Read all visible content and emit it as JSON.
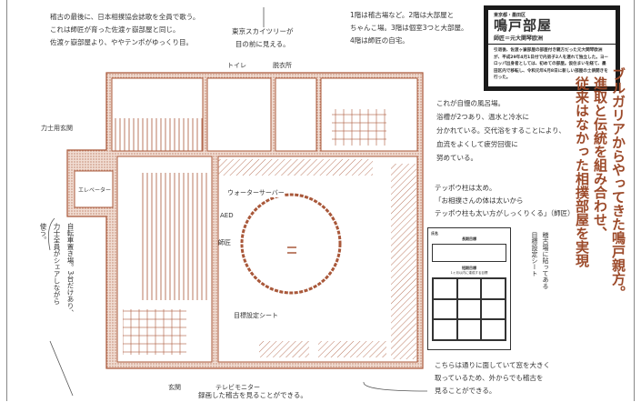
{
  "notes": {
    "anthem": [
      "稽古の最後に、日本相撲協会誌歌を全員で歌う。",
      "これは師匠が育った佐渡ヶ嶽部屋と同じ。",
      "佐渡ヶ嶽部屋より、ややテンポがゆっくり目。"
    ],
    "skytree": [
      "東京スカイツリーが",
      "目の前に見える。"
    ],
    "floors": [
      "1階は稽古場など。2階は大部屋と",
      "ちゃんこ場。3階は個室3つと大部屋。",
      "4階は師匠の自宅。"
    ],
    "bath": [
      "これが自慢の風呂場。",
      "浴槽が2つあり、温水と冷水に",
      "分かれている。交代浴をすることにより、",
      "血流をよくして疲労回復に",
      "努めている。"
    ],
    "teppo": [
      "テッポウ柱は太め。",
      "「お相撲さんの体は太いから",
      "テッポウ柱も太い方がしっくりくる」（師匠）"
    ],
    "bicycle": [
      "自転車置き場。3台だけあり、",
      "力士全員がシェアしながら",
      "使う。"
    ],
    "window": [
      "こちらは通りに面していて窓を大きく",
      "取っているため、外からでも稽古を",
      "見ることができる。"
    ],
    "video": "録画した稽古を見ることができる。",
    "sheet_caption": [
      "稽古場に貼ってある",
      "目標設定シート"
    ]
  },
  "labels": {
    "toilet": "トイレ",
    "dressing": "脱衣所",
    "rikishi_entrance": "力士用玄関",
    "elevator": "エレベーター",
    "water_server": "ウォーターサーバー",
    "aed": "AED",
    "master": "師匠",
    "goal_sheet": "目標設定シート",
    "entrance": "玄関",
    "tv": "テレビモニター"
  },
  "infobox": {
    "location": "東京都・墨田区",
    "name": "鳴戸部屋",
    "master": "師匠＝元大関琴欧洲",
    "body": "引退後、佐渡ヶ嶽部屋の部屋付き親方だった元大関琴欧洲が、平成29年4月1日付で内弟子2人を連れて独立した。ヨーロッパ出身者としては、初めての部屋。仮住まいを経て、墨田区内で移転し、令和元年6月8日に新しい部屋の土俵開きを行った。"
  },
  "headline": [
    "ブルガリアからやってきた鳴戸親方。",
    "進取と伝統を組み合わせ、",
    "従来はなかった相撲部屋を実現"
  ],
  "sheet": {
    "name": "氏名",
    "long_term": "長期目標",
    "short_term": "短期目標",
    "note": "1ヶ月以内に達成する目標"
  },
  "colors": {
    "ink": "#9c4a2a",
    "plan": "#a9583a"
  }
}
